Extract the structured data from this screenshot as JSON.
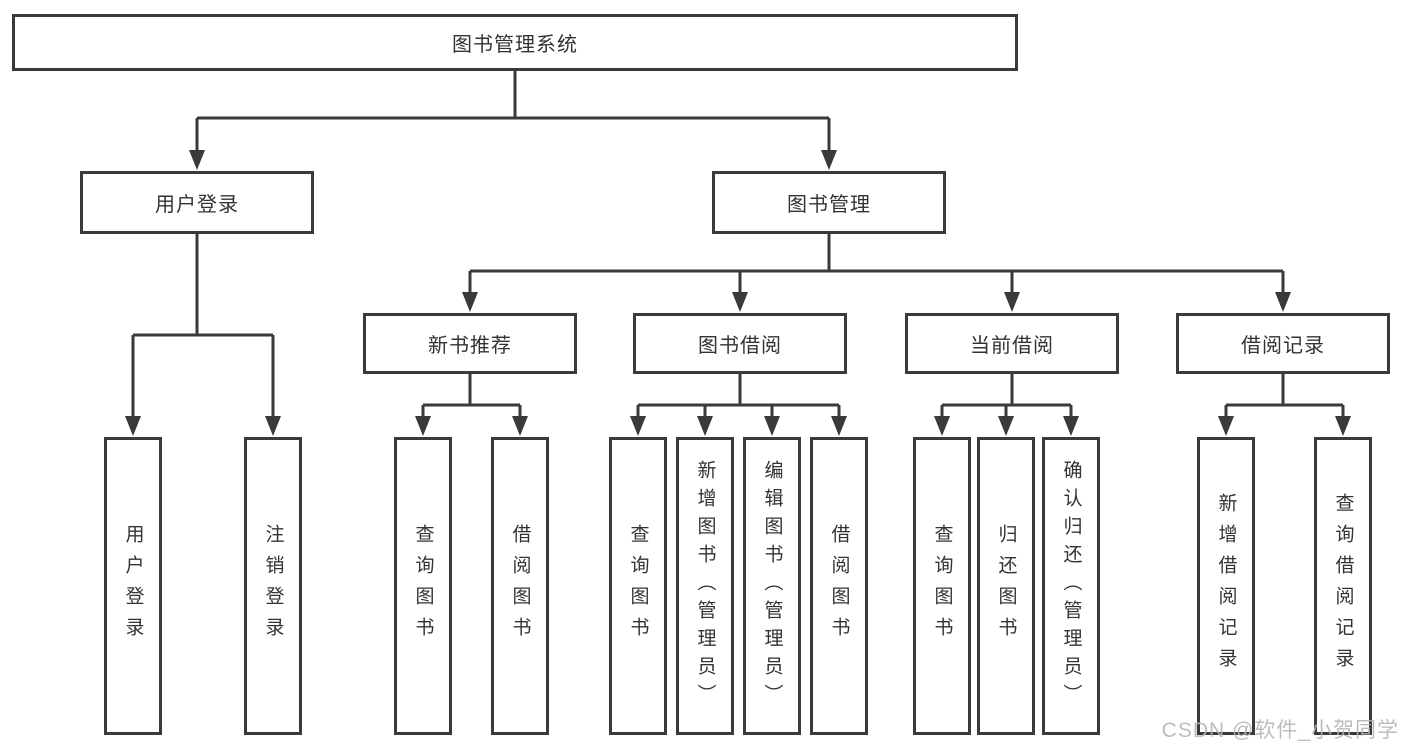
{
  "nodes": {
    "root": {
      "label": "图书管理系统"
    },
    "user_login": {
      "label": "用户登录"
    },
    "book_management": {
      "label": "图书管理"
    },
    "new_book_recommend": {
      "label": "新书推荐"
    },
    "book_borrow": {
      "label": "图书借阅"
    },
    "current_borrow": {
      "label": "当前借阅"
    },
    "borrow_records": {
      "label": "借阅记录"
    },
    "leaf_user_login": {
      "label": "用户登录"
    },
    "leaf_logout": {
      "label": "注销登录"
    },
    "leaf_query_books_recommend": {
      "label": "查询图书"
    },
    "leaf_borrow_books_recommend": {
      "label": "借阅图书"
    },
    "leaf_query_books_borrow": {
      "label": "查询图书"
    },
    "leaf_add_books": {
      "label": "新增图书（管理员）"
    },
    "leaf_edit_books": {
      "label": "编辑图书（管理员）"
    },
    "leaf_borrow_books": {
      "label": "借阅图书"
    },
    "leaf_query_books_current": {
      "label": "查询图书"
    },
    "leaf_return_books": {
      "label": "归还图书"
    },
    "leaf_confirm_return": {
      "label": "确认归还（管理员）"
    },
    "leaf_add_borrow_record": {
      "label": "新增借阅记录"
    },
    "leaf_query_borrow_record": {
      "label": "查询借阅记录"
    }
  },
  "hierarchy": {
    "图书管理系统": [
      "用户登录",
      "图书管理"
    ],
    "用户登录": [
      "用户登录",
      "注销登录"
    ],
    "图书管理": [
      "新书推荐",
      "图书借阅",
      "当前借阅",
      "借阅记录"
    ],
    "新书推荐": [
      "查询图书",
      "借阅图书"
    ],
    "图书借阅": [
      "查询图书",
      "新增图书（管理员）",
      "编辑图书（管理员）",
      "借阅图书"
    ],
    "当前借阅": [
      "查询图书",
      "归还图书",
      "确认归还（管理员）"
    ],
    "借阅记录": [
      "新增借阅记录",
      "查询借阅记录"
    ]
  },
  "watermark": {
    "text": "CSDN @软件_小贺同学"
  },
  "colors": {
    "line": "#3a3a3a",
    "text": "#333333",
    "background": "#ffffff",
    "watermark": "#b5b5b5"
  }
}
